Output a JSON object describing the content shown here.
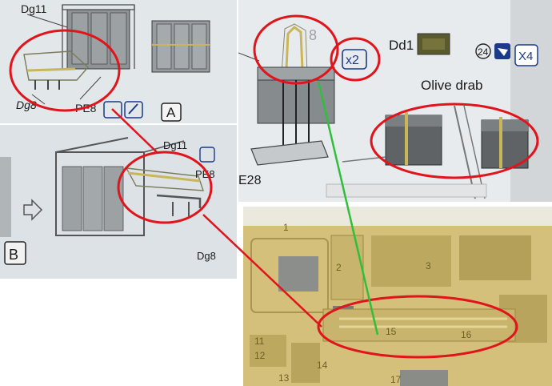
{
  "step_a": {
    "label_dg11": "Dg11",
    "label_dg8": "Dg8",
    "label_pe8": "PE8",
    "step_letter": "A"
  },
  "step_b": {
    "label_dg11": "Dg11",
    "label_pe8": "PE8",
    "label_dg8": "Dg8",
    "step_letter": "B"
  },
  "ammo_step": {
    "multiplier": "x2",
    "part_e28": "E28",
    "pe_number": "8"
  },
  "decal": {
    "part": "Dd1",
    "step_no": "24",
    "multiplier": "X4",
    "color_name": "Olive drab"
  },
  "pe_fret": {
    "numbers": [
      "1",
      "2",
      "3",
      "11",
      "12",
      "13",
      "14",
      "15",
      "16",
      "17"
    ]
  },
  "colors": {
    "annotation_red": "#e0141b",
    "annotation_green": "#2fbf3a",
    "fret_brass": "#d4c07a",
    "instruction_grey": "#7d8285"
  }
}
